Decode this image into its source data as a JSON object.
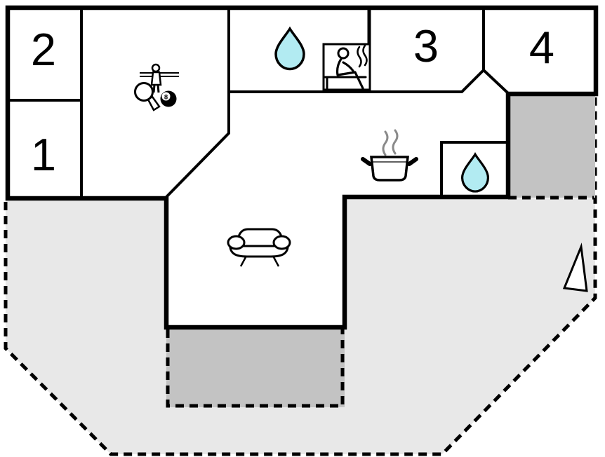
{
  "floor_plan": {
    "type": "vacation-home-floor-plan",
    "rooms": [
      {
        "name": "room-1",
        "label": "1"
      },
      {
        "name": "room-2",
        "label": "2"
      },
      {
        "name": "room-3",
        "label": "3"
      },
      {
        "name": "room-4",
        "label": "4"
      }
    ],
    "billiard_ball_label": "8",
    "icons": [
      {
        "name": "table-tennis-paddle-icon"
      },
      {
        "name": "foosball-player-icon"
      },
      {
        "name": "billiard-8-ball-icon"
      },
      {
        "name": "water-drop-icon-bathroom-1"
      },
      {
        "name": "sauna-icon"
      },
      {
        "name": "cooking-pot-icon"
      },
      {
        "name": "water-drop-icon-bathroom-2"
      },
      {
        "name": "sofa-icon"
      },
      {
        "name": "triangle-marker-icon"
      }
    ],
    "colors": {
      "wall": "#000000",
      "room_fill": "#ffffff",
      "terrace_light": "#e8e8e8",
      "terrace_dark": "#c3c3c3",
      "water": "#b2ebf2",
      "steam": "#8a8a8a"
    }
  }
}
